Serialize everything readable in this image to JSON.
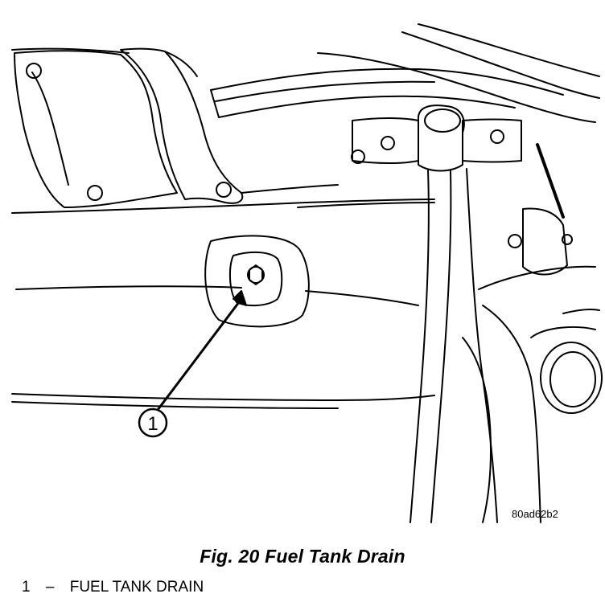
{
  "figure": {
    "number_label": "Fig. 20",
    "title": "Fuel Tank Drain",
    "reference_code": "80ad62b2"
  },
  "callouts": [
    {
      "number": "1",
      "description": "FUEL TANK DRAIN"
    }
  ],
  "legend": {
    "separator": "–"
  }
}
